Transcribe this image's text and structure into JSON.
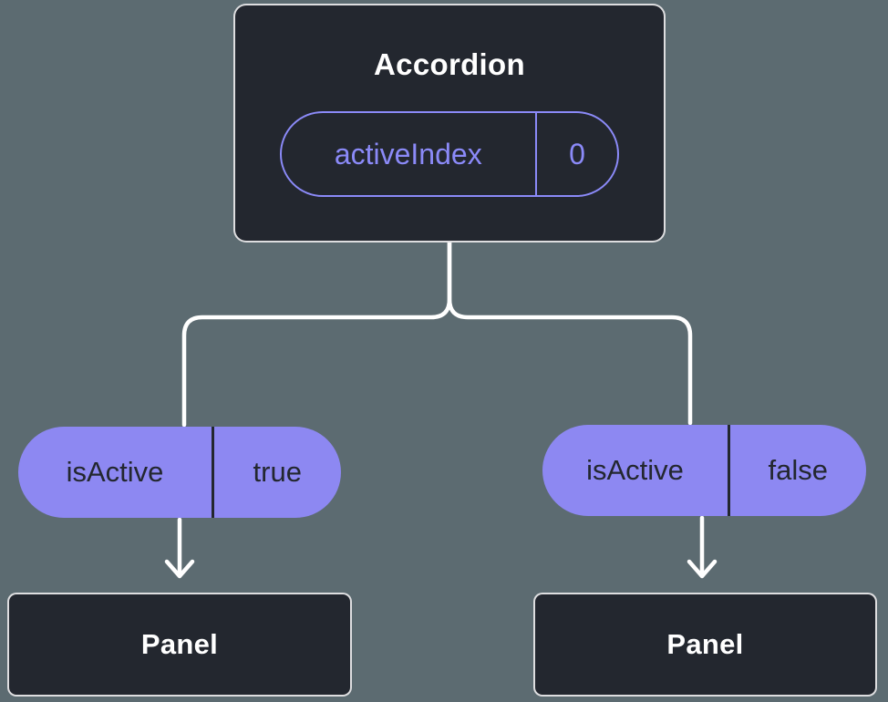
{
  "colors": {
    "background": "#5c6b71",
    "node_fill": "#23272f",
    "node_border": "#ffffff",
    "accent_purple": "#8b8af8",
    "pill_fill": "#8d88f2",
    "pill_text_dark": "#23272f",
    "connector": "#ffffff"
  },
  "diagram": {
    "root": {
      "title": "Accordion",
      "state": {
        "name": "activeIndex",
        "value": "0"
      }
    },
    "children": [
      {
        "prop": {
          "name": "isActive",
          "value": "true"
        },
        "label": "Panel"
      },
      {
        "prop": {
          "name": "isActive",
          "value": "false"
        },
        "label": "Panel"
      }
    ]
  }
}
